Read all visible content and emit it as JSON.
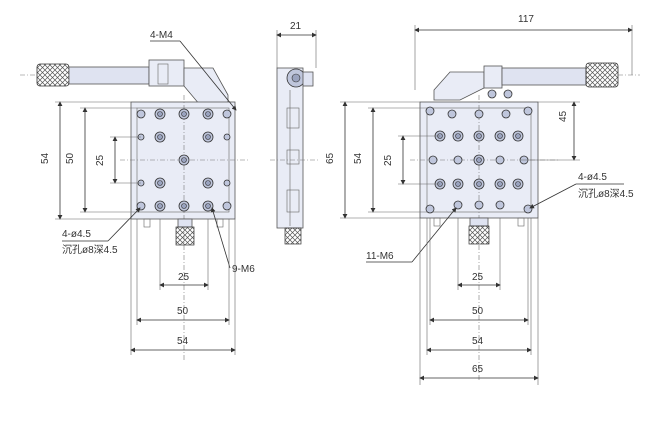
{
  "view1": {
    "label_m4": "4-M4",
    "dim_54_v": "54",
    "dim_50_v": "50",
    "dim_25_v": "25",
    "label_hole": "4-ø4.5",
    "label_counterbore": "沉孔ø8深4.5",
    "label_m6": "9-M6",
    "dim_25_h": "25",
    "dim_50_h": "50",
    "dim_54_h": "54"
  },
  "side_view": {
    "dim_21": "21"
  },
  "view3": {
    "dim_117": "117",
    "dim_45": "45",
    "dim_65_v": "65",
    "dim_54_v": "54",
    "dim_25_v": "25",
    "label_hole": "4-ø4.5",
    "label_counterbore": "沉孔ø8深4.5",
    "label_m6": "11-M6",
    "dim_25_h": "25",
    "dim_50_h": "50",
    "dim_54_h": "54",
    "dim_65_h": "65"
  }
}
